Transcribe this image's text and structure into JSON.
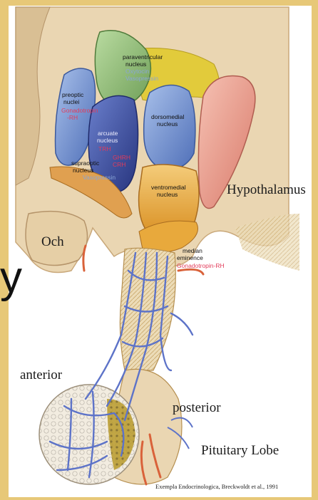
{
  "labels": {
    "hypothalamus": "Hypothalamus",
    "och": "Och",
    "anterior": "anterior",
    "posterior": "posterior",
    "pituitary_lobe": "Pituitary Lobe",
    "credit": "Exempla Endocrinologica, Breckwoldt et al., 1991"
  },
  "nuclei": {
    "paraventricular": [
      "paraventricular",
      "nucleus"
    ],
    "paraventricular_hormones": [
      "Oxytocin",
      "Vasopressin"
    ],
    "preoptic": [
      "preoptic",
      "nuclei"
    ],
    "preoptic_hormone": [
      "Gonadotropin",
      "-RH"
    ],
    "arcuate": [
      "arcuate",
      "nucleus"
    ],
    "arcuate_hormone": "TRH",
    "arcuate_hormone2": [
      "GHRH",
      "CRH"
    ],
    "supraoptic": [
      "supraoptic",
      "nucleus"
    ],
    "supraoptic_hormone": "Vasopressin",
    "dorsomedial": [
      "dorsomedial",
      "nucleus"
    ],
    "ventromedial": [
      "ventromedial",
      "nucleus"
    ],
    "median_eminence": [
      "median",
      "eminence"
    ],
    "median_hormone": "Gonadotropin-RH"
  },
  "colors": {
    "background": "#e7c878",
    "tissue": "#ead6b2",
    "paraventricular": "#8fb978",
    "preoptic": "#7f9fd3",
    "arcuate": "#3e53a8",
    "dorsomedial": "#6f8fc8",
    "ventromedial": "#e8a93c",
    "hypothalamus_lobe": "#e79a8a",
    "yellow_region": "#e2cb3b",
    "vessels": "#5d73c8",
    "hormone_label": "#e23b5a"
  },
  "overlay_text": "y"
}
